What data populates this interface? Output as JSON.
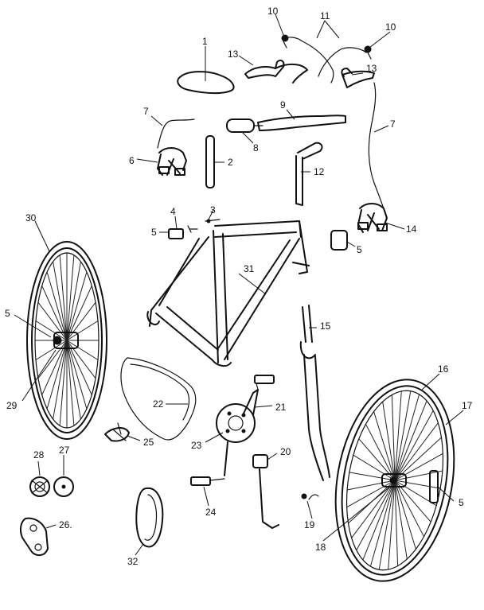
{
  "callouts": {
    "c1": "1",
    "c2": "2",
    "c3": "3",
    "c4": "4",
    "c5a": "5",
    "c5b": "5",
    "c5c": "5",
    "c5d": "5",
    "c6": "6",
    "c7a": "7",
    "c7b": "7",
    "c8": "8",
    "c9": "9",
    "c10a": "10",
    "c10b": "10",
    "c11": "11",
    "c12": "12",
    "c13a": "13",
    "c13b": "13",
    "c14": "14",
    "c15": "15",
    "c16": "16",
    "c17": "17",
    "c18": "18",
    "c19": "19",
    "c20": "20",
    "c21": "21",
    "c22": "22",
    "c23": "23",
    "c24": "24",
    "c25": "25",
    "c26": "26.",
    "c27": "27",
    "c28": "28",
    "c29": "29",
    "c30": "30",
    "c31": "31",
    "c32": "32"
  }
}
